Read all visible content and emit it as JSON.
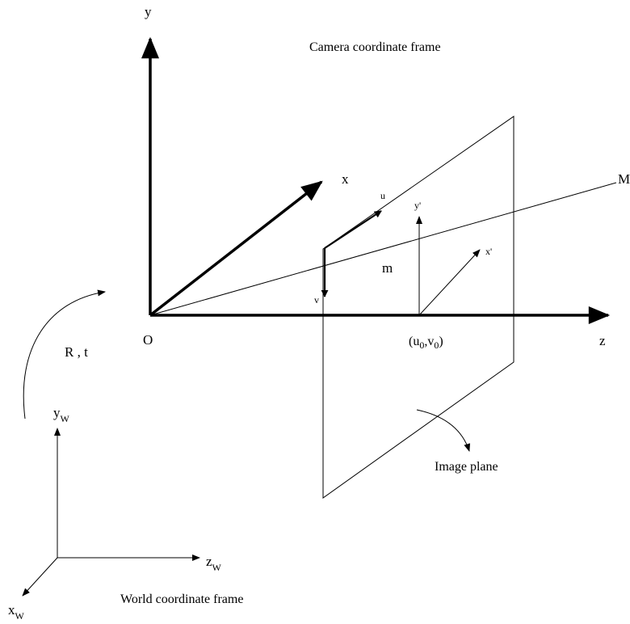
{
  "colors": {
    "ink": "#000000",
    "background": "#ffffff"
  },
  "captions": {
    "camera_frame": "Camera  coordinate frame",
    "world_frame": "World  coordinate frame",
    "image_plane": "Image plane"
  },
  "camera_axes": {
    "origin": "O",
    "x": "x",
    "y": "y",
    "z": "z"
  },
  "image_axes": {
    "u": "u",
    "v": "v",
    "x_prime": "x'",
    "y_prime": "y'"
  },
  "principal_point": {
    "open": "(u",
    "u_sub": "0",
    "comma": ",v",
    "v_sub": "0",
    "close": ")"
  },
  "points": {
    "scene_point": "M",
    "image_point": "m"
  },
  "transform": {
    "label": "R ,  t"
  },
  "world_axes": {
    "x": "x",
    "x_sub": "W",
    "y": "y",
    "y_sub": "W",
    "z": "z",
    "z_sub": "W"
  }
}
